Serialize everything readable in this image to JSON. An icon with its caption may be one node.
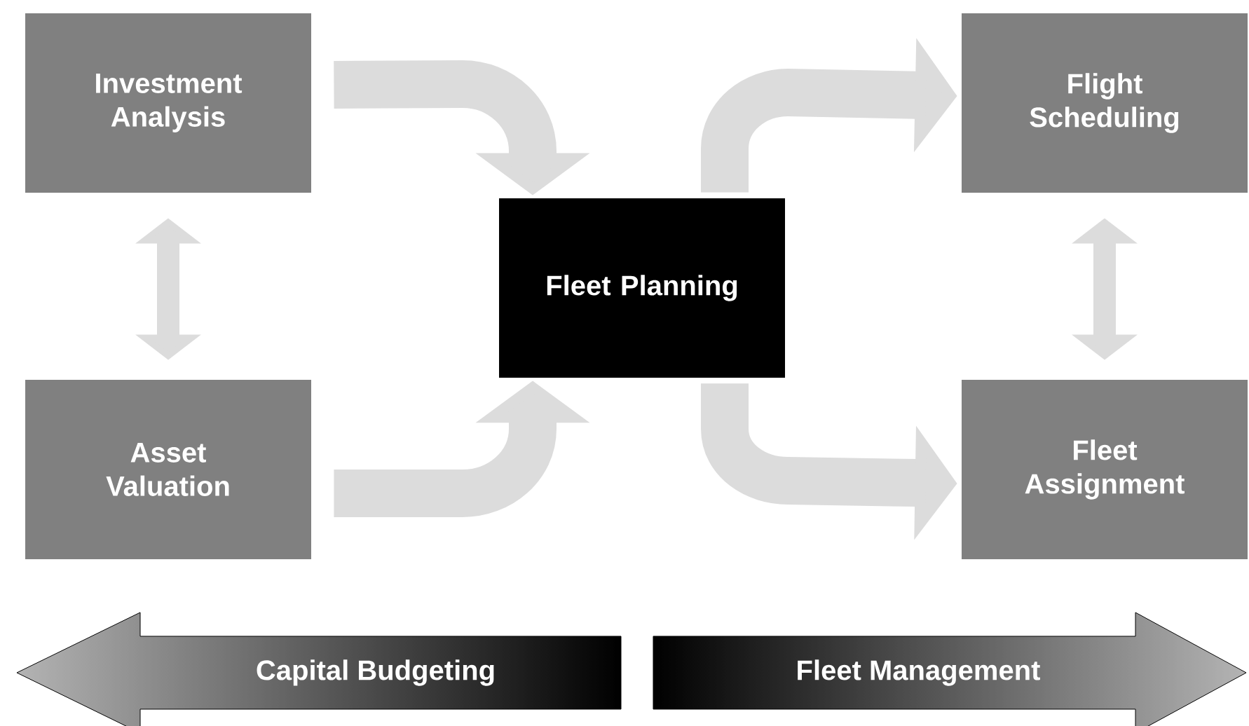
{
  "diagram": {
    "nodes": [
      {
        "text": [
          "Investment Analysis"
        ]
      },
      {
        "text": [
          "Flight Scheduling"
        ]
      },
      {
        "text": [
          "Fleet Planning"
        ]
      },
      {
        "text": [
          "Asset Valuation"
        ]
      },
      {
        "text": [
          "Fleet Assignment"
        ]
      },
      {
        "text": [
          "Capital Budgeting"
        ]
      },
      {
        "text": [
          "Fleet Management"
        ]
      }
    ],
    "edges": [
      {
        "from": 0,
        "to": 2,
        "arrow": "to"
      },
      {
        "from": 3,
        "to": 2,
        "arrow": "to"
      },
      {
        "from": 2,
        "to": 1,
        "arrow": "to"
      },
      {
        "from": 2,
        "to": 4,
        "arrow": "to"
      },
      {
        "from": 0,
        "to": 3,
        "arrow": "both"
      },
      {
        "from": 1,
        "to": 4,
        "arrow": "both"
      }
    ]
  }
}
